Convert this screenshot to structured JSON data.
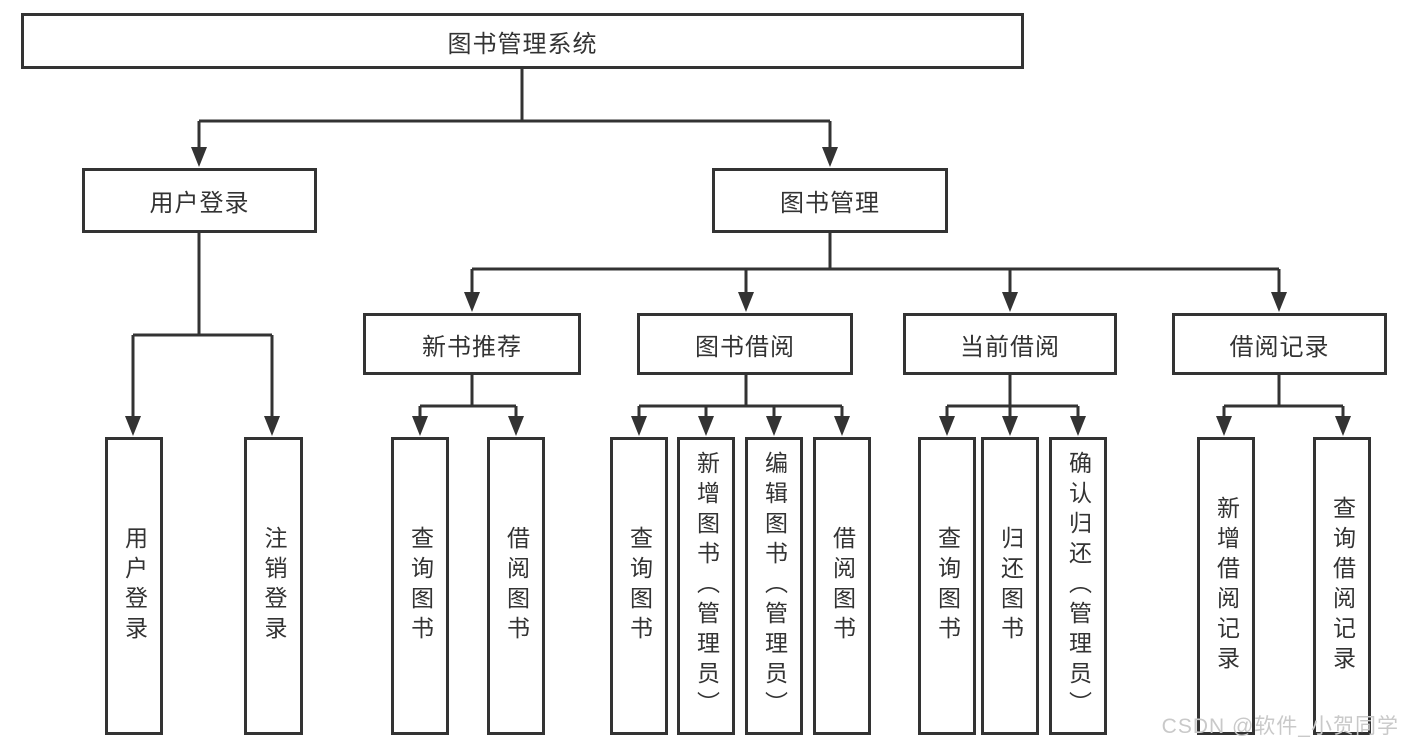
{
  "tree": {
    "label": "图书管理系统",
    "children": [
      {
        "label": "用户登录",
        "children": [
          {
            "label": "用户登录"
          },
          {
            "label": "注销登录"
          }
        ]
      },
      {
        "label": "图书管理",
        "children": [
          {
            "label": "新书推荐",
            "children": [
              {
                "label": "查询图书"
              },
              {
                "label": "借阅图书"
              }
            ]
          },
          {
            "label": "图书借阅",
            "children": [
              {
                "label": "查询图书"
              },
              {
                "label": "新增图书（管理员）"
              },
              {
                "label": "编辑图书（管理员）"
              },
              {
                "label": "借阅图书"
              }
            ]
          },
          {
            "label": "当前借阅",
            "children": [
              {
                "label": "查询图书"
              },
              {
                "label": "归还图书"
              },
              {
                "label": "确认归还（管理员）"
              }
            ]
          },
          {
            "label": "借阅记录",
            "children": [
              {
                "label": "新增借阅记录"
              },
              {
                "label": "查询借阅记录"
              }
            ]
          }
        ]
      }
    ]
  },
  "watermark": {
    "text": "CSDN @软件_小贺同学"
  },
  "colors": {
    "line": "#333333",
    "box_border": "#333333",
    "box_fill": "#ffffff",
    "text": "#333333",
    "watermark": "#c9c9c9",
    "background": "#ffffff"
  }
}
